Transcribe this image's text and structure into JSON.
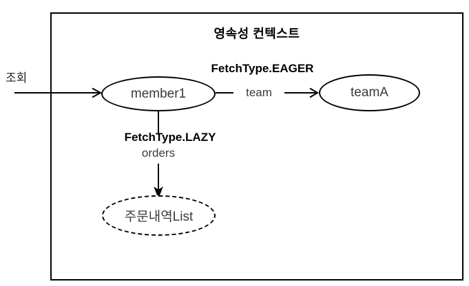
{
  "diagram": {
    "title": "영속성 컨텍스트",
    "lookup_label": "조회",
    "nodes": {
      "member": {
        "label": "member1",
        "border": "solid"
      },
      "team": {
        "label": "teamA",
        "border": "solid"
      },
      "orders_list": {
        "label": "주문내역List",
        "border": "dashed"
      }
    },
    "edges": {
      "team": {
        "fetch_type": "FetchType.EAGER",
        "label": "team"
      },
      "orders": {
        "fetch_type": "FetchType.LAZY",
        "label": "orders"
      }
    },
    "colors": {
      "stroke": "#000000",
      "node_label_text": "#3a3a3a",
      "emphasis_text": "#000000",
      "background": "#ffffff"
    }
  }
}
